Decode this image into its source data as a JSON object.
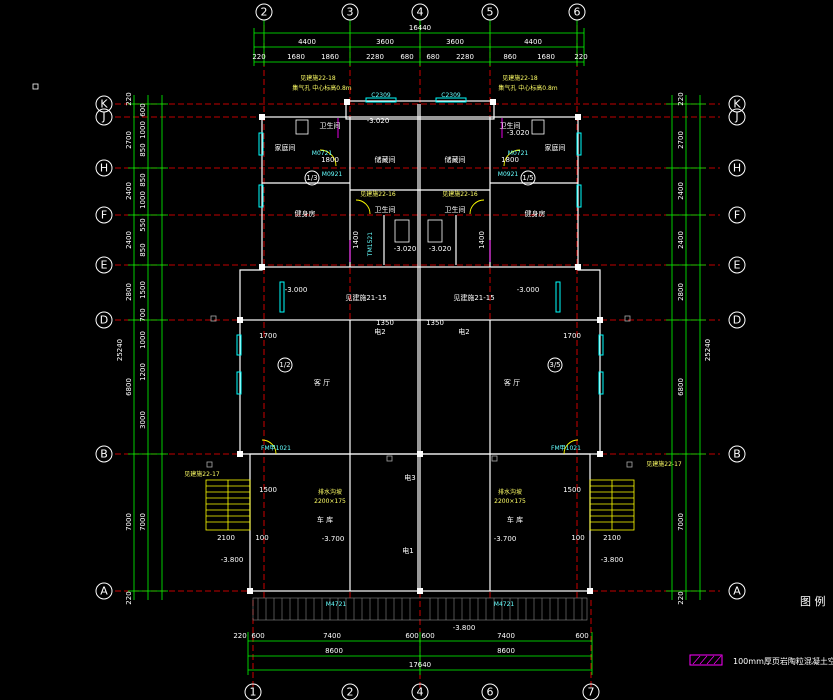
{
  "top_axes": [
    "2",
    "3",
    "4",
    "5",
    "6"
  ],
  "bottom_axes": [
    "1",
    "2",
    "4",
    "6",
    "7"
  ],
  "left_axes": [
    "K",
    "J",
    "H",
    "F",
    "E",
    "D",
    "B",
    "A"
  ],
  "top_dims": {
    "total": "16440",
    "row1": [
      "4400",
      "3600",
      "3600",
      "4400"
    ],
    "row2": [
      "220",
      "1680",
      "1860",
      "2280",
      "680",
      "680",
      "2280",
      "860",
      "1680",
      "220"
    ]
  },
  "bottom_dims": {
    "row1": [
      "220",
      "600",
      "7400",
      "600",
      "600",
      "7400",
      "600"
    ],
    "row2": [
      "8600",
      "8600"
    ],
    "total": "17640"
  },
  "side_dims": {
    "left_outer": [
      "220",
      "2700",
      "2400",
      "2400",
      "2800",
      "6800",
      "7000",
      "220"
    ],
    "total": "25240",
    "left_inner": [
      "600",
      "1000",
      "850",
      "850",
      "1000",
      "550",
      "850",
      "1500",
      "700",
      "1000",
      "1200",
      "3000",
      "7000"
    ]
  },
  "rooms": {
    "bedroom_l": "家庭间",
    "bedroom_r": "家庭间",
    "storage_l": "储藏间",
    "storage_r": "储藏间",
    "study_l": "健身房",
    "study_r": "健身房",
    "bath_l": "卫生间",
    "bath_r": "卫生间",
    "wc_l": "卫生间",
    "wc_r": "卫生间",
    "living_l": "客 厅",
    "living_r": "客 厅",
    "garage_l": "车 库",
    "garage_r": "车 库"
  },
  "levels": [
    "-3.020",
    "-3.020",
    "-3.020",
    "-3.020",
    "-3.000",
    "-3.000",
    "-3.700",
    "-3.700",
    "-3.800",
    "-3.800",
    "-3.800"
  ],
  "labels": {
    "stair_l": "见建施21-15",
    "stair_r": "见建施21-15",
    "ref_tl": "见建施22-18",
    "ref_tr": "见建施22-18",
    "ref_mid_l": "见建施22-16",
    "ref_mid_r": "见建施22-16",
    "ref_stair_l": "见建施22-17",
    "ref_stair_r": "见建施22-17",
    "note_tl": "集气孔 中心标高0.8m",
    "note_tr": "集气孔 中心标高0.8m",
    "window_top_l": "C2309",
    "window_top_r": "C2309",
    "door_l": "M0921",
    "door_r": "M0921",
    "door_tl": "M0721",
    "door_tr": "M0721",
    "door_bath_l": "TM1521",
    "fm_l": "FM甲1021",
    "fm_r": "FM甲1021",
    "garage_door_l": "M4721",
    "garage_door_r": "M4721",
    "elec1": "电2",
    "elec2": "电2",
    "elec3": "电3",
    "elec4": "电1",
    "slope_l": "2200×175",
    "slope_r": "2200×175",
    "slope_title_l": "排水沟坡",
    "slope_title_r": "排水沟坡",
    "dim_1350_l": "1350",
    "dim_1350_r": "1350",
    "dim_1700_l": "1700",
    "dim_1700_r": "1700",
    "dim_1500_l": "1500",
    "dim_1500_r": "1500",
    "dim_2100_l": "2100",
    "dim_2100_r": "2100",
    "dim_100_l": "100",
    "dim_100_r": "100",
    "dim_1800_l": "1800",
    "dim_1800_r": "1800",
    "dim_1400_l": "1400",
    "dim_1400_r": "1400",
    "circle_l": "1/2",
    "circle_r": "3/5",
    "circle_tl": "1/3",
    "circle_tr": "1/5",
    "legend": "图 例",
    "legend_text": "100mm厚页岩陶粒混凝土空心砌块"
  },
  "colors": {
    "background": "#000000",
    "dimension": "#00ff00",
    "axis": "#ff0000",
    "wall": "#ffffff",
    "window": "#00ffff",
    "stair": "#ffff00",
    "door": "#ff00ff"
  }
}
